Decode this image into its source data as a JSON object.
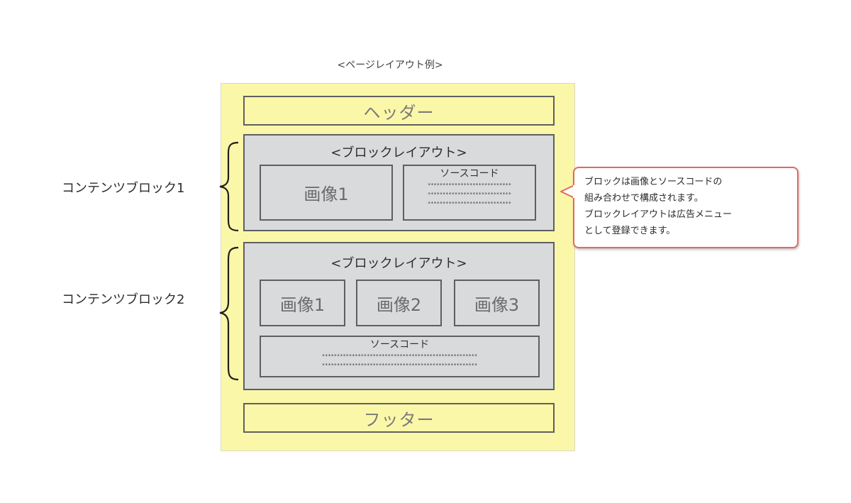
{
  "diagram_title": "<ページレイアウト例>",
  "header_label": "ヘッダー",
  "footer_label": "フッター",
  "block1": {
    "side_label": "コンテンツブロック1",
    "title": "<ブロックレイアウト>",
    "image_label": "画像1",
    "code": {
      "label": "ソースコード",
      "lines": [
        "****************************",
        "****************************",
        "****************************"
      ]
    }
  },
  "block2": {
    "side_label": "コンテンツブロック2",
    "title": "<ブロックレイアウト>",
    "images": [
      "画像1",
      "画像2",
      "画像3"
    ],
    "code": {
      "label": "ソースコード",
      "lines": [
        "****************************************************",
        "****************************************************"
      ]
    }
  },
  "callout": {
    "lines": [
      "ブロックは画像とソースコードの",
      "組み合わせで構成されます。",
      "ブロックレイアウトは広告メニュー",
      "として登録できます。"
    ]
  },
  "colors": {
    "page_background": "#fbf7a8",
    "block_background": "#d9dadc",
    "callout_border": "#e06b5e"
  }
}
